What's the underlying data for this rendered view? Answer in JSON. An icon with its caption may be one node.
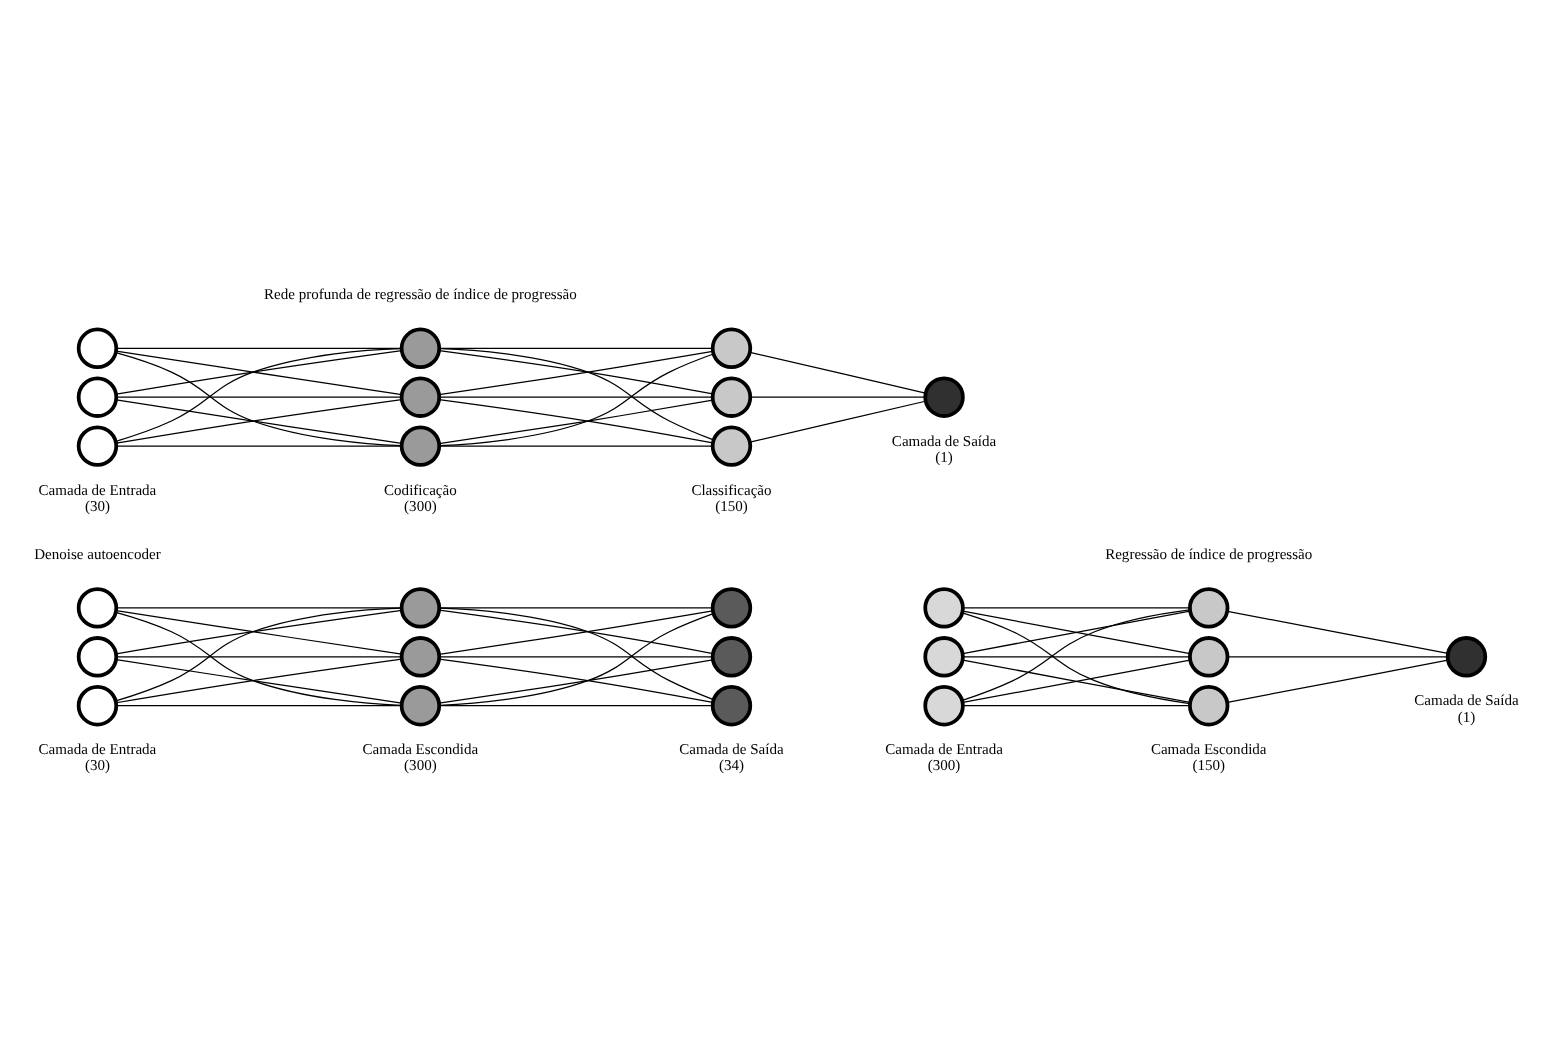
{
  "diagram": {
    "nodes": [
      {
        "text": [],
        "shape": "circle"
      },
      {
        "text": [],
        "shape": "circle"
      },
      {
        "text": [],
        "shape": "circle"
      },
      {
        "text": [],
        "shape": "circle"
      },
      {
        "text": [],
        "shape": "circle"
      },
      {
        "text": [],
        "shape": "circle"
      },
      {
        "text": [],
        "shape": "circle"
      },
      {
        "text": [],
        "shape": "circle"
      },
      {
        "text": [],
        "shape": "circle"
      },
      {
        "text": [],
        "shape": "circle"
      },
      {
        "text": [],
        "shape": "circle"
      },
      {
        "text": [],
        "shape": "circle"
      },
      {
        "text": [],
        "shape": "circle"
      },
      {
        "text": [],
        "shape": "circle"
      },
      {
        "text": [],
        "shape": "circle"
      },
      {
        "text": [],
        "shape": "circle"
      },
      {
        "text": [],
        "shape": "circle"
      },
      {
        "text": [],
        "shape": "circle"
      },
      {
        "text": [],
        "shape": "circle"
      },
      {
        "text": [],
        "shape": "circle"
      },
      {
        "text": [],
        "shape": "circle"
      },
      {
        "text": [],
        "shape": "circle"
      },
      {
        "text": [],
        "shape": "circle"
      },
      {
        "text": [],
        "shape": "circle"
      },
      {
        "text": [],
        "shape": "circle"
      },
      {
        "text": [],
        "shape": "circle"
      }
    ],
    "edges": [
      {
        "from": 0,
        "to": 3,
        "arrow": "none"
      },
      {
        "from": 0,
        "to": 4,
        "arrow": "none"
      },
      {
        "from": 0,
        "to": 5,
        "arrow": "none"
      },
      {
        "from": 1,
        "to": 3,
        "arrow": "none"
      },
      {
        "from": 1,
        "to": 4,
        "arrow": "none"
      },
      {
        "from": 1,
        "to": 5,
        "arrow": "none"
      },
      {
        "from": 2,
        "to": 3,
        "arrow": "none"
      },
      {
        "from": 2,
        "to": 4,
        "arrow": "none"
      },
      {
        "from": 2,
        "to": 5,
        "arrow": "none"
      },
      {
        "from": 3,
        "to": 6,
        "arrow": "none"
      },
      {
        "from": 3,
        "to": 7,
        "arrow": "none"
      },
      {
        "from": 3,
        "to": 8,
        "arrow": "none"
      },
      {
        "from": 4,
        "to": 6,
        "arrow": "none"
      },
      {
        "from": 4,
        "to": 7,
        "arrow": "none"
      },
      {
        "from": 4,
        "to": 8,
        "arrow": "none"
      },
      {
        "from": 5,
        "to": 6,
        "arrow": "none"
      },
      {
        "from": 5,
        "to": 7,
        "arrow": "none"
      },
      {
        "from": 5,
        "to": 8,
        "arrow": "none"
      },
      {
        "from": 9,
        "to": 12,
        "arrow": "none"
      },
      {
        "from": 9,
        "to": 13,
        "arrow": "none"
      },
      {
        "from": 9,
        "to": 14,
        "arrow": "none"
      },
      {
        "from": 10,
        "to": 12,
        "arrow": "none"
      },
      {
        "from": 10,
        "to": 13,
        "arrow": "none"
      },
      {
        "from": 10,
        "to": 14,
        "arrow": "none"
      },
      {
        "from": 11,
        "to": 12,
        "arrow": "none"
      },
      {
        "from": 11,
        "to": 13,
        "arrow": "none"
      },
      {
        "from": 11,
        "to": 14,
        "arrow": "none"
      },
      {
        "from": 12,
        "to": 15,
        "arrow": "none"
      },
      {
        "from": 13,
        "to": 15,
        "arrow": "none"
      },
      {
        "from": 14,
        "to": 15,
        "arrow": "none"
      },
      {
        "from": 16,
        "to": 19,
        "arrow": "none"
      },
      {
        "from": 16,
        "to": 20,
        "arrow": "none"
      },
      {
        "from": 16,
        "to": 21,
        "arrow": "none"
      },
      {
        "from": 17,
        "to": 19,
        "arrow": "none"
      },
      {
        "from": 17,
        "to": 20,
        "arrow": "none"
      },
      {
        "from": 17,
        "to": 21,
        "arrow": "none"
      },
      {
        "from": 18,
        "to": 19,
        "arrow": "none"
      },
      {
        "from": 18,
        "to": 20,
        "arrow": "none"
      },
      {
        "from": 18,
        "to": 21,
        "arrow": "none"
      },
      {
        "from": 19,
        "to": 22,
        "arrow": "none"
      },
      {
        "from": 19,
        "to": 23,
        "arrow": "none"
      },
      {
        "from": 19,
        "to": 24,
        "arrow": "none"
      },
      {
        "from": 20,
        "to": 22,
        "arrow": "none"
      },
      {
        "from": 20,
        "to": 23,
        "arrow": "none"
      },
      {
        "from": 20,
        "to": 24,
        "arrow": "none"
      },
      {
        "from": 21,
        "to": 22,
        "arrow": "none"
      },
      {
        "from": 21,
        "to": 23,
        "arrow": "none"
      },
      {
        "from": 21,
        "to": 24,
        "arrow": "none"
      },
      {
        "from": 22,
        "to": 25,
        "arrow": "none"
      },
      {
        "from": 23,
        "to": 25,
        "arrow": "none"
      },
      {
        "from": 24,
        "to": 25,
        "arrow": "none"
      }
    ],
    "labels": [
      "Denoise autoencoder",
      "Regressão de índice de progressão",
      "Camada de Entrada (30)",
      "Camada Escondida (300)",
      "Camada de Saída (34)",
      "Camada de Entrada (300)",
      "Camada Escondida (150)",
      "Camada de Saída (1)",
      "Rede profunda de regressão de índice de progressão",
      "Camada de Entrada (30)",
      "Codificação (300)",
      "Classificação (150)",
      "Camada de Saída (1)"
    ]
  }
}
